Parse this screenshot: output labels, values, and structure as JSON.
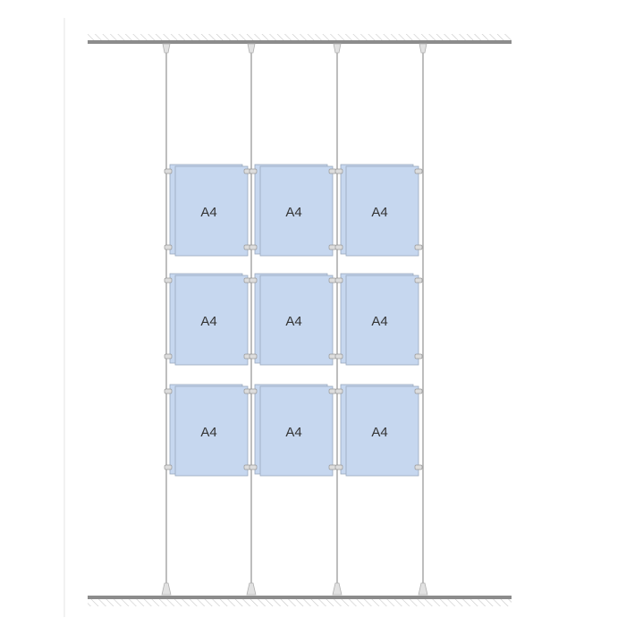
{
  "panels": [
    [
      "A4",
      "A4",
      "A4"
    ],
    [
      "A4",
      "A4",
      "A4"
    ],
    [
      "A4",
      "A4",
      "A4"
    ]
  ],
  "colors": {
    "panel": "#c6d7ef",
    "panel_border": "#9aa9bd",
    "rail": "#8c8c8c",
    "wire": "#9a9a9a",
    "hatch": "#c8c8c8"
  }
}
